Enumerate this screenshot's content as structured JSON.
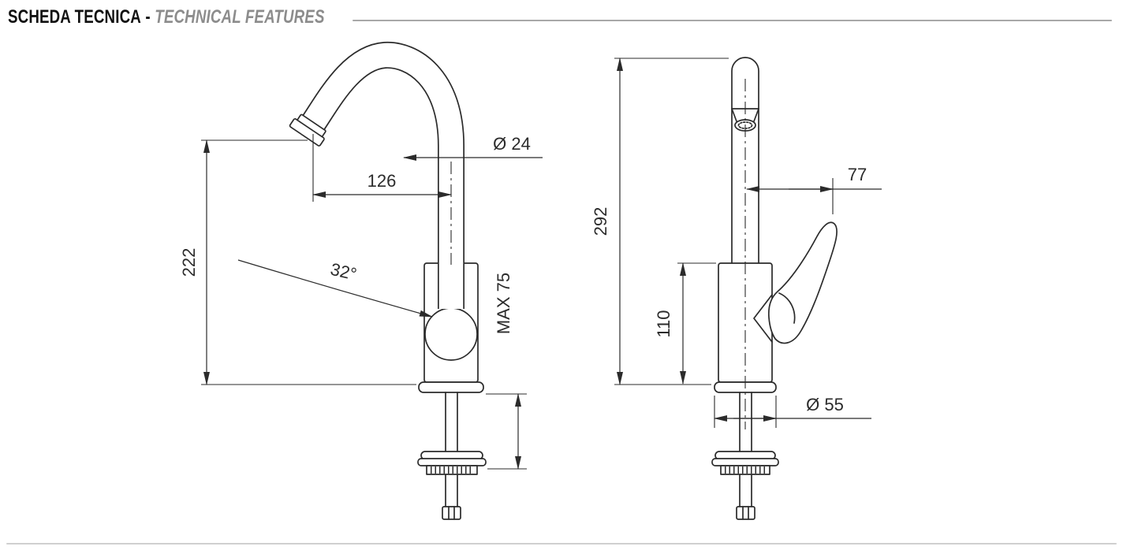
{
  "header": {
    "title_primary": "SCHEDA TECNICA",
    "separator": "-",
    "title_secondary": "TECHNICAL FEATURES"
  },
  "side_view": {
    "dims": {
      "spout_diameter": "Ø 24",
      "spout_reach": "126",
      "outlet_height": "222",
      "spout_angle": "32°",
      "max_thickness": "MAX 75"
    }
  },
  "front_view": {
    "dims": {
      "total_height": "292",
      "handle_projection": "77",
      "body_height": "110",
      "base_diameter": "Ø 55"
    }
  },
  "colors": {
    "line": "#2b2b2b",
    "header_rule": "#a8a8a8",
    "bottom_rule": "#d0d0d0",
    "title_secondary": "#8c8c8c"
  }
}
